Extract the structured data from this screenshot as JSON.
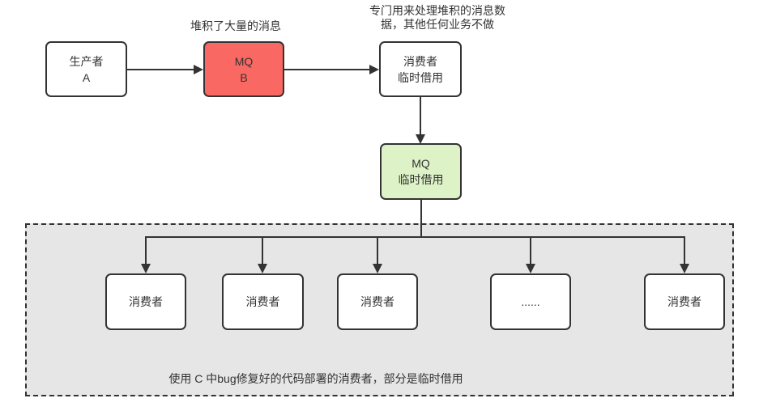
{
  "diagram": {
    "type": "flowchart",
    "labels": {
      "mq_b_note": "堆积了大量的消息",
      "consumer_note_line1": "专门用来处理堆积的消息数",
      "consumer_note_line2": "据，其他任何业务不做",
      "cluster_caption": "使用 C 中bug修复好的代码部署的消费者，部分是临时借用"
    },
    "nodes": {
      "producer": {
        "line1": "生产者",
        "line2": "A"
      },
      "mq_b": {
        "line1": "MQ",
        "line2": "B"
      },
      "consumer_temp": {
        "line1": "消费者",
        "line2": "临时借用"
      },
      "mq_temp": {
        "line1": "MQ",
        "line2": "临时借用"
      },
      "consumer_1": "消费者",
      "consumer_2": "消费者",
      "consumer_3": "消费者",
      "consumer_ellipsis": "......",
      "consumer_4": "消费者"
    },
    "colors": {
      "backlog_mq_fill": "#f96862",
      "temp_mq_fill": "#ddf2c6",
      "cluster_fill": "#e6e6e6",
      "stroke": "#333333"
    }
  }
}
